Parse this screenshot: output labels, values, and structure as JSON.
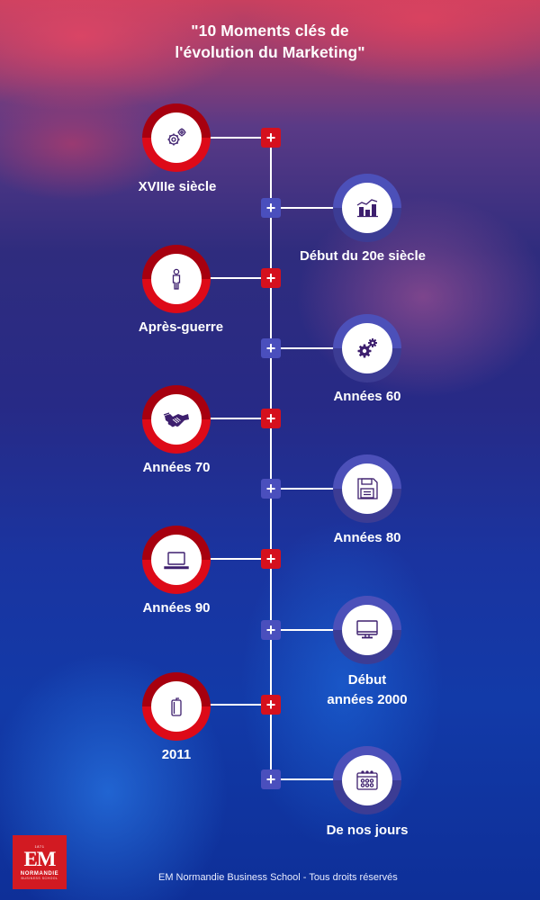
{
  "header": {
    "title_line1": "\"10 Moments clés de",
    "title_line2": "l'évolution du Marketing\""
  },
  "timeline": {
    "expand_symbol": "+",
    "colors": {
      "red_ring_top": "#a7000f",
      "red_ring_bottom": "#dd0a18",
      "blue_ring_top": "#4c50b9",
      "blue_ring_bottom": "#3c3c94",
      "red_button": "#d5101d",
      "blue_button": "#4a4fbd",
      "icon": "#3d1f6e"
    },
    "items": [
      {
        "label": "XVIIIe siècle",
        "icon": "gears-outline-icon",
        "side": "left"
      },
      {
        "label": "Début du 20e siècle",
        "icon": "bar-chart-icon",
        "side": "right"
      },
      {
        "label": "Après-guerre",
        "icon": "person-icon",
        "side": "left"
      },
      {
        "label": "Années 60",
        "icon": "gears-solid-icon",
        "side": "right"
      },
      {
        "label": "Années 70",
        "icon": "handshake-icon",
        "side": "left"
      },
      {
        "label": "Années 80",
        "icon": "floppy-disk-icon",
        "side": "right"
      },
      {
        "label": "Années 90",
        "icon": "laptop-icon",
        "side": "left"
      },
      {
        "label_line1": "Début",
        "label_line2": "années 2000",
        "icon": "monitor-icon",
        "side": "right"
      },
      {
        "label": "2011",
        "icon": "smartphone-icon",
        "side": "left"
      },
      {
        "label": "De nos jours",
        "icon": "calendar-icon",
        "side": "right"
      }
    ]
  },
  "logo": {
    "year": "1871",
    "letters": "EM",
    "name": "NORMANDIE",
    "subtitle": "BUSINESS SCHOOL"
  },
  "footer": {
    "text": "EM Normandie Business School - Tous droits réservés"
  }
}
